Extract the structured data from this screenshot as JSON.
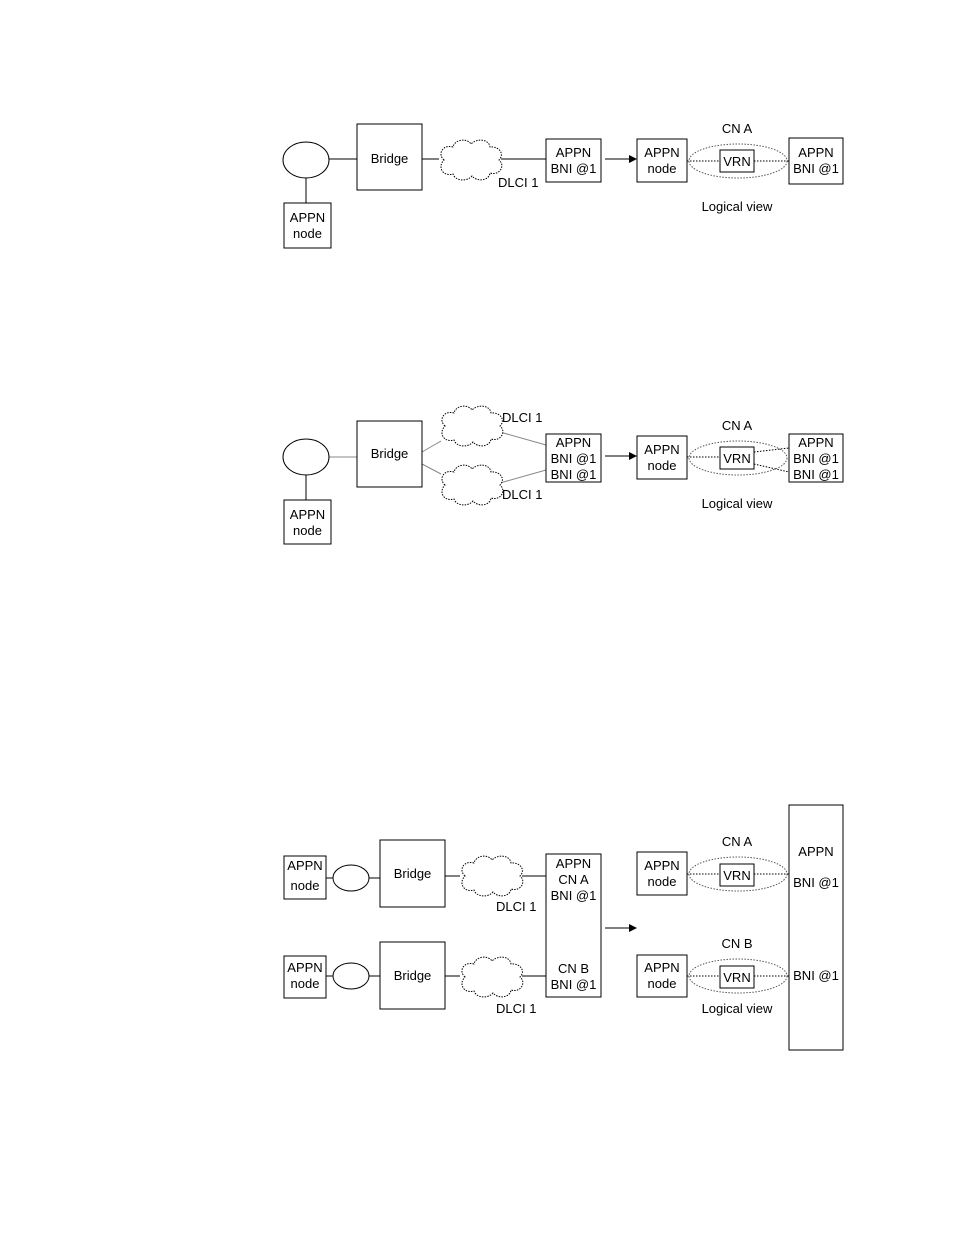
{
  "figure1": {
    "appn_node": [
      "APPN",
      "node"
    ],
    "bridge": "Bridge",
    "bni_box": [
      "APPN",
      "BNI @1"
    ],
    "dlci": "DLCI 1",
    "logical": {
      "cn_label": "CN A",
      "appn_node": [
        "APPN",
        "node"
      ],
      "vrn": "VRN",
      "bni_box": [
        "APPN",
        "BNI @1"
      ],
      "caption": "Logical view"
    }
  },
  "figure2": {
    "appn_node": [
      "APPN",
      "node"
    ],
    "bridge": "Bridge",
    "dlci_top": "DLCI 1",
    "dlci_bottom": "DLCI 1",
    "bni_box": [
      "APPN",
      "BNI @1",
      "BNI @1"
    ],
    "logical": {
      "cn_label": "CN A",
      "appn_node": [
        "APPN",
        "node"
      ],
      "vrn": "VRN",
      "bni_box": [
        "APPN",
        "BNI @1",
        "BNI @1"
      ],
      "caption": "Logical view"
    }
  },
  "figure3": {
    "appn_node_top": [
      "APPN",
      "node"
    ],
    "appn_node_bottom": [
      "APPN",
      "node"
    ],
    "bridge_top": "Bridge",
    "bridge_bottom": "Bridge",
    "dlci_top": "DLCI 1",
    "dlci_bottom": "DLCI 1",
    "bni_box_top": [
      "APPN",
      "CN A",
      "BNI @1"
    ],
    "bni_box_bottom": [
      "CN B",
      "BNI @1"
    ],
    "logical": {
      "cn_a_label": "CN A",
      "cn_b_label": "CN B",
      "appn_node_top": [
        "APPN",
        "node"
      ],
      "appn_node_bottom": [
        "APPN",
        "node"
      ],
      "vrn_top": "VRN",
      "vrn_bottom": "VRN",
      "big_box_title": "APPN",
      "big_box_bni_top": "BNI @1",
      "big_box_bni_bottom": "BNI @1",
      "caption": "Logical view"
    }
  }
}
